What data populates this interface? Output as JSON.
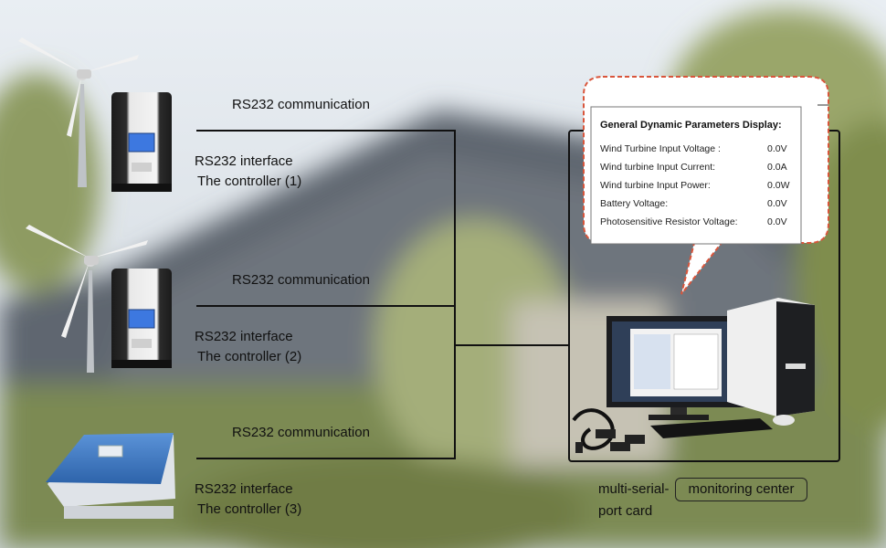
{
  "controllers": [
    {
      "communication": "RS232 communication",
      "interface": "RS232 interface",
      "name": "The controller (1)"
    },
    {
      "communication": "RS232 communication",
      "interface": "RS232 interface",
      "name": "The controller (2)"
    },
    {
      "communication": "RS232 communication",
      "interface": "RS232 interface",
      "name": "The controller (3)"
    }
  ],
  "monitor_panel": {
    "title": "General Dynamic Parameters Display:",
    "rows": [
      {
        "label": "Wind Turbine Input Voltage :",
        "value": "0.0V"
      },
      {
        "label": "Wind turbine Input Current:",
        "value": "0.0A"
      },
      {
        "label": "Wind turbine Input Power:",
        "value": "0.0W"
      },
      {
        "label": "Battery Voltage:",
        "value": "0.0V"
      },
      {
        "label": "Photosensitive Resistor Voltage:",
        "value": "0.0V"
      }
    ]
  },
  "monitoring_center": {
    "card_label_line1": "multi-serial-",
    "card_label_line2": "port card",
    "center_label": "monitoring center"
  },
  "colors": {
    "sky": "#dfe6ec",
    "roof": "#5f6670",
    "foliage": "#8c9a5a",
    "callout_border": "#d9553b",
    "inverter_blue": "#3c78c4",
    "line": "#111111"
  }
}
